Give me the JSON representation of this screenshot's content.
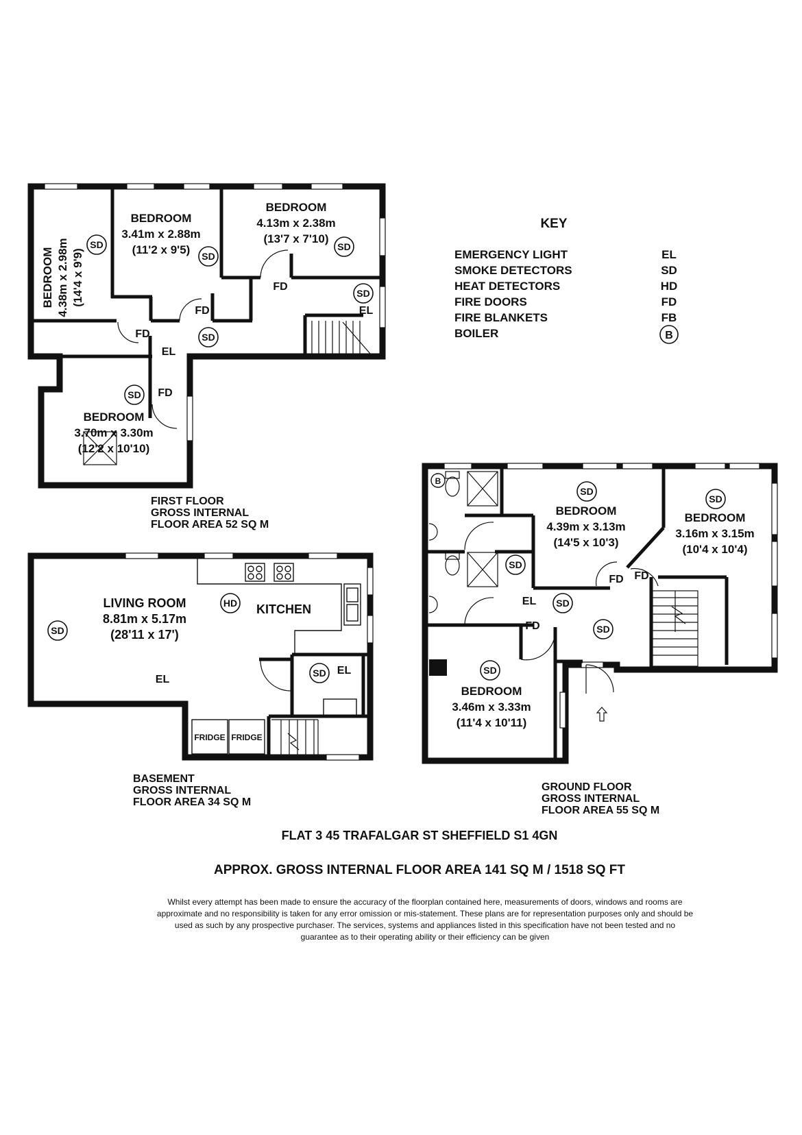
{
  "key": {
    "title": "KEY",
    "items": [
      {
        "label": "EMERGENCY LIGHT",
        "code": "EL"
      },
      {
        "label": "SMOKE DETECTORS",
        "code": "SD"
      },
      {
        "label": "HEAT DETECTORS",
        "code": "HD"
      },
      {
        "label": "FIRE DOORS",
        "code": "FD"
      },
      {
        "label": "FIRE BLANKETS",
        "code": "FB"
      },
      {
        "label": "BOILER",
        "code": "B"
      }
    ]
  },
  "first_floor": {
    "area_lines": [
      "FIRST FLOOR",
      "GROSS INTERNAL",
      "FLOOR AREA 52 SQ M"
    ],
    "rooms": [
      {
        "name": "BEDROOM",
        "metric": "4.38m x 2.98m",
        "imperial": "(14'4 x 9'9)"
      },
      {
        "name": "BEDROOM",
        "metric": "3.41m x 2.88m",
        "imperial": "(11'2 x 9'5)"
      },
      {
        "name": "BEDROOM",
        "metric": "4.13m x 2.38m",
        "imperial": "(13'7 x 7'10)"
      },
      {
        "name": "BEDROOM",
        "metric": "3.70m x 3.30m",
        "imperial": "(12'2 x 10'10)"
      }
    ]
  },
  "basement": {
    "area_lines": [
      "BASEMENT",
      "GROSS INTERNAL",
      "FLOOR AREA 34 SQ M"
    ],
    "living": {
      "name": "LIVING ROOM",
      "metric": "8.81m x 5.17m",
      "imperial": "(28'11 x 17')"
    },
    "kitchen": "KITCHEN",
    "fridge": "FRIDGE"
  },
  "ground_floor": {
    "area_lines": [
      "GROUND FLOOR",
      "GROSS INTERNAL",
      "FLOOR AREA 55 SQ M"
    ],
    "rooms": [
      {
        "name": "BEDROOM",
        "metric": "4.39m x 3.13m",
        "imperial": "(14'5 x 10'3)"
      },
      {
        "name": "BEDROOM",
        "metric": "3.16m x 3.15m",
        "imperial": "(10'4 x 10'4)"
      },
      {
        "name": "BEDROOM",
        "metric": "3.46m x 3.33m",
        "imperial": "(11'4 x 10'11)"
      }
    ]
  },
  "address": "FLAT 3 45 TRAFALGAR ST SHEFFIELD S1 4GN",
  "total_area": "APPROX. GROSS INTERNAL FLOOR AREA 141 SQ M / 1518 SQ FT",
  "disclaimer": [
    "Whilst every attempt has been made to ensure the accuracy of the floorplan contained here, measurements of doors, windows and rooms are",
    "approximate and no responsibility is taken for any error omission or mis-statement. These plans are for representation purposes only and should be",
    "used as such by any prospective purchaser. The services, systems and appliances listed in this specification have not been tested and no",
    "guarantee as to their operating ability or their efficiency can be given"
  ]
}
